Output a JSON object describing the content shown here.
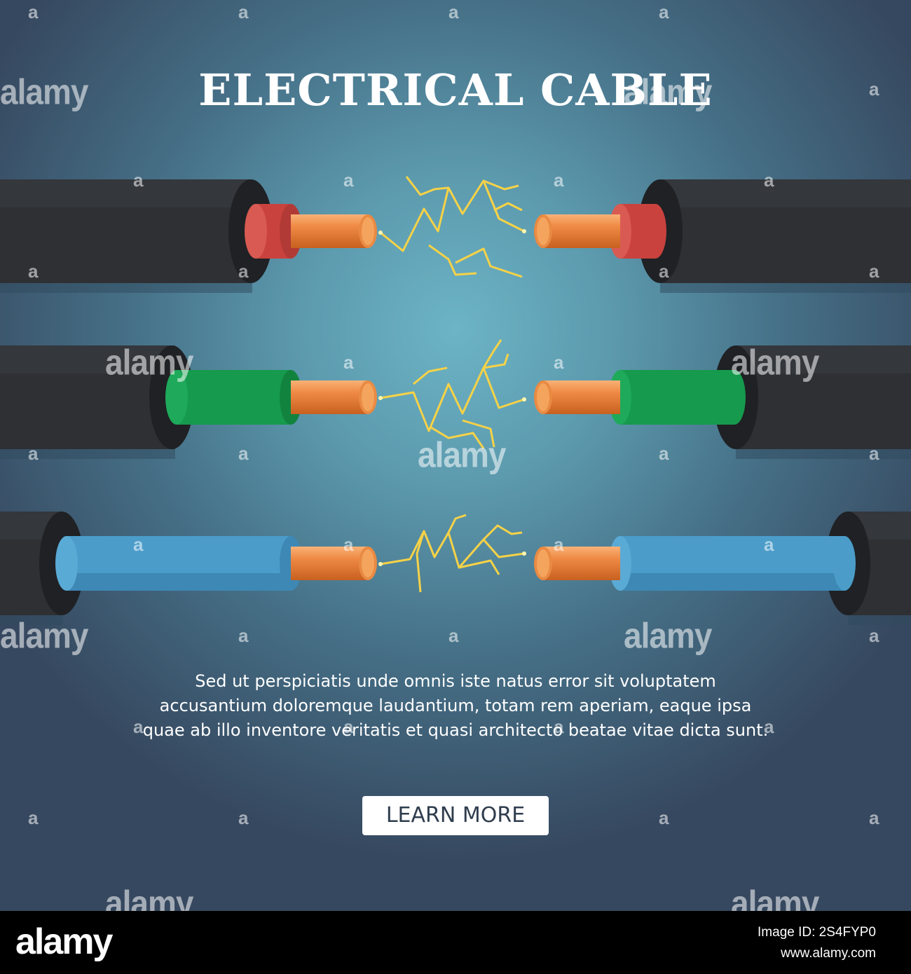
{
  "title": "ELECTRICAL CABLE",
  "body_lines": [
    "Sed ut perspiciatis unde omnis iste natus error sit voluptatem",
    "accusantium doloremque laudantium, totam rem aperiam, eaque ipsa",
    "quae ab illo inventore veritatis et quasi architecto beatae vitae dicta sunt."
  ],
  "button_label": "LEARN MORE",
  "colors": {
    "jacket": "#2e3034",
    "jacket_dark": "#1f2124",
    "copper": "#e57a35",
    "copper_light": "#f7a866",
    "spark": "#f6d247",
    "wire_red": "#d24c46",
    "wire_green": "#169a4d",
    "wire_blue": "#4b9cc9"
  },
  "cables": [
    {
      "wire": "red"
    },
    {
      "wire": "green"
    },
    {
      "wire": "blue"
    }
  ],
  "watermark": {
    "word": "alamy",
    "letter": "a"
  },
  "footer": {
    "logo": "alamy",
    "image_id": "Image ID: 2S4FYP0",
    "url": "www.alamy.com"
  }
}
